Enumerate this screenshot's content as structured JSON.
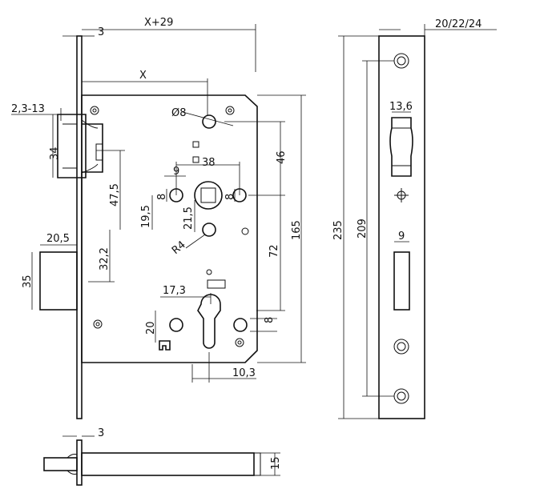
{
  "dimensions": {
    "top_x29": "X+29",
    "top_3": "3",
    "x": "X",
    "thickness": "2,3-13",
    "d8": "Ø8",
    "v46": "46",
    "h38": "38",
    "d34": "34",
    "v47_5": "47,5",
    "w9_left": "9",
    "h8_left": "8",
    "h8_right": "8",
    "v19_5": "19,5",
    "v21_5": "21,5",
    "r4": "R4",
    "v165": "165",
    "v72": "72",
    "w20_5": "20,5",
    "v32_2": "32,2",
    "v35": "35",
    "w17_3": "17,3",
    "v20": "20",
    "v8_bottom": "8",
    "w10_3": "10,3",
    "bottom_3": "3",
    "bottom_15": "15",
    "plate_235": "235",
    "plate_209": "209",
    "plate_width": "20/22/24",
    "plate_13_6": "13,6",
    "plate_9": "9"
  }
}
